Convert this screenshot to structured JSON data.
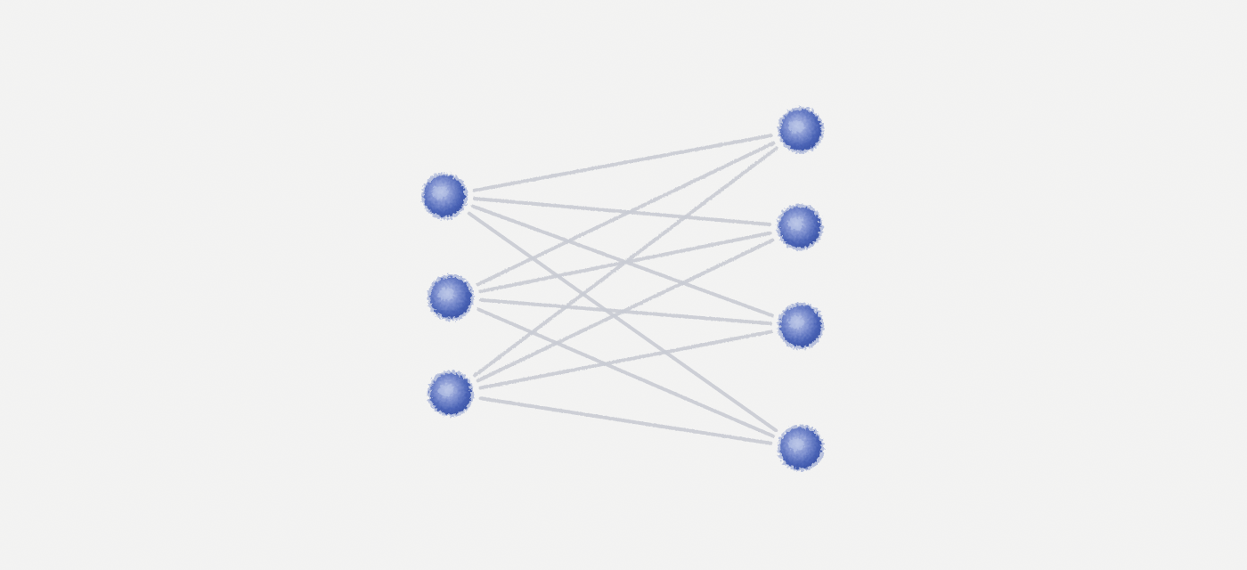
{
  "diagram": {
    "type": "bipartite-graph",
    "left_nodes": [
      "l1",
      "l2",
      "l3"
    ],
    "right_nodes": [
      "r1",
      "r2",
      "r3",
      "r4"
    ],
    "edges": [
      [
        "l1",
        "r1"
      ],
      [
        "l1",
        "r2"
      ],
      [
        "l1",
        "r3"
      ],
      [
        "l1",
        "r4"
      ],
      [
        "l2",
        "r1"
      ],
      [
        "l2",
        "r2"
      ],
      [
        "l2",
        "r3"
      ],
      [
        "l2",
        "r4"
      ],
      [
        "l3",
        "r1"
      ],
      [
        "l3",
        "r2"
      ],
      [
        "l3",
        "r3"
      ],
      [
        "l3",
        "r4"
      ]
    ],
    "colors": {
      "background": "#f4f4f3",
      "node": "#4a63b5",
      "node_light": "#b7c3e6",
      "edge": "#c9ccd4"
    }
  }
}
